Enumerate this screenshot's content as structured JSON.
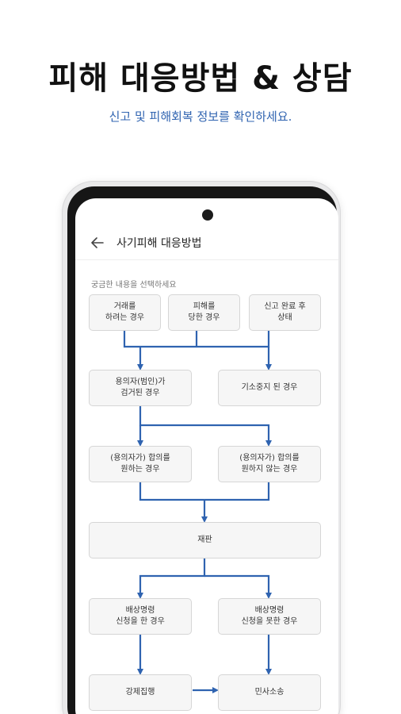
{
  "promo": {
    "headline": "피해 대응방법 & 상담",
    "subline": "신고 및 피해회복 정보를 확인하세요."
  },
  "appbar": {
    "back_icon": "arrow-left-icon",
    "title": "사기피해 대응방법"
  },
  "guide_text": "궁금한 내용을 선택하세요",
  "colors": {
    "accent_blue": "#2f63b0",
    "box_fill": "#f6f6f6",
    "box_border": "#d6d6d6"
  },
  "flow": {
    "top": [
      {
        "label": "거래를\n하려는 경우"
      },
      {
        "label": "피해를\n당한 경우"
      },
      {
        "label": "신고 완료 후\n상태"
      }
    ],
    "second": [
      {
        "label": "용의자(범인)가\n검거된 경우"
      },
      {
        "label": "기소중지 된 경우"
      }
    ],
    "third": [
      {
        "label": "(용의자가) 합의를\n원하는 경우"
      },
      {
        "label": "(용의자가) 합의를\n원하지 않는 경우"
      }
    ],
    "trial": {
      "label": "재판"
    },
    "order": [
      {
        "label": "배상명령\n신청을 한 경우"
      },
      {
        "label": "배상명령\n신청을 못한 경우"
      }
    ],
    "final": [
      {
        "label": "강제집행"
      },
      {
        "label": "민사소송"
      }
    ]
  }
}
